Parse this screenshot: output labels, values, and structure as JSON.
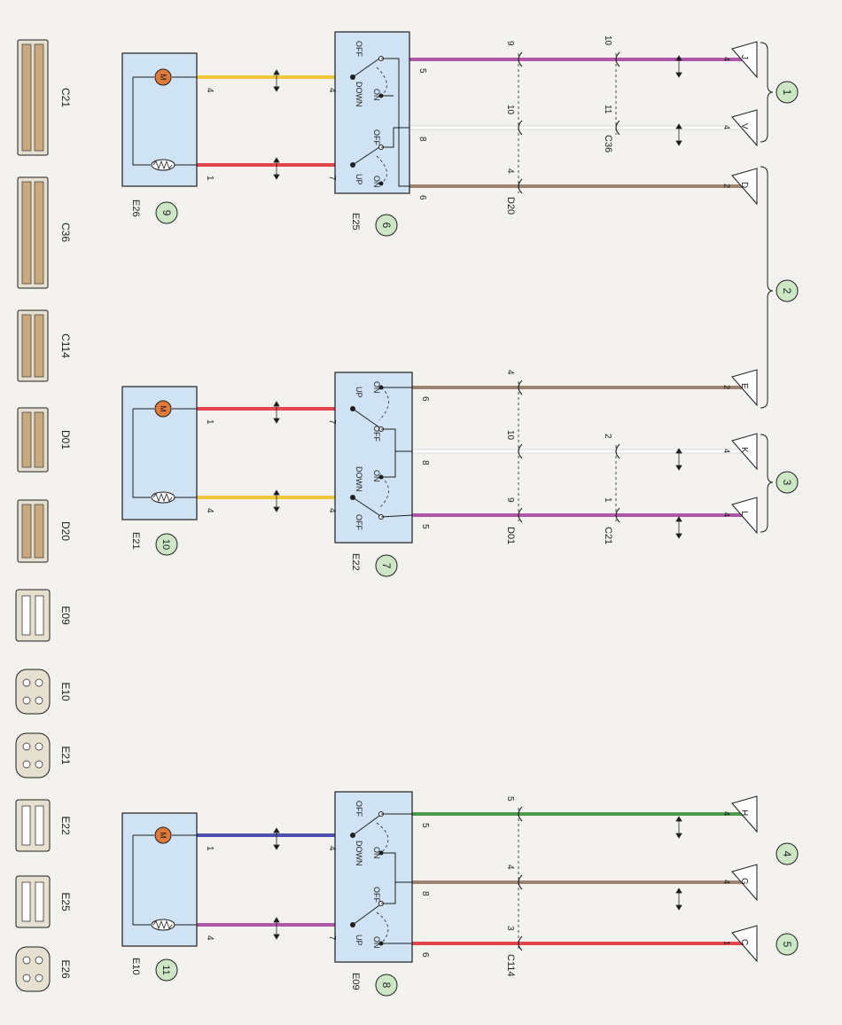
{
  "connectors": [
    "C21",
    "C36",
    "C114",
    "D01",
    "D20",
    "E09",
    "E10",
    "E21",
    "E22",
    "E25",
    "E26"
  ],
  "circuits": [
    "1",
    "2",
    "3",
    "4",
    "5"
  ],
  "components": {
    "switch_6": {
      "num": "6",
      "id": "E25"
    },
    "switch_7": {
      "num": "7",
      "id": "E22"
    },
    "switch_8": {
      "num": "8",
      "id": "E09"
    },
    "mirror_9": {
      "num": "9",
      "id": "E26"
    },
    "mirror_10": {
      "num": "10",
      "id": "E21"
    },
    "mirror_11": {
      "num": "11",
      "id": "E10"
    }
  },
  "switch_labels": {
    "off": "OFF",
    "on": "ON",
    "up": "UP",
    "down": "DOWN"
  },
  "motor_label": "M",
  "terminals": [
    {
      "letter": "J",
      "pin": "4"
    },
    {
      "letter": "V",
      "pin": "4"
    },
    {
      "letter": "D",
      "pin": "2"
    },
    {
      "letter": "E",
      "pin": "2"
    },
    {
      "letter": "K",
      "pin": "4"
    },
    {
      "letter": "L",
      "pin": "4"
    },
    {
      "letter": "H",
      "pin": "4"
    },
    {
      "letter": "G",
      "pin": "4"
    },
    {
      "letter": "C",
      "pin": "1"
    }
  ],
  "inline_connectors": [
    "C36",
    "D20",
    "D01",
    "C21",
    "C114"
  ],
  "pins": {
    "w1_sw": "5",
    "w1_a": "9",
    "w1_b": "10",
    "w2_sw": "8",
    "w2_a": "10",
    "w2_b": "11",
    "w3_sw": "6",
    "w3_a": "4",
    "m9_a": "4",
    "m9_b": "1",
    "s6_a": "4",
    "s6_b": "7",
    "w4_sw": "6",
    "w4_a": "4",
    "w5_sw": "8",
    "w5_a": "10",
    "w5_b": "2",
    "w6_sw": "5",
    "w6_a": "9",
    "w6_b": "1",
    "m10_a": "1",
    "m10_b": "4",
    "s7_a": "7",
    "s7_b": "4",
    "w7_sw": "5",
    "w7_a": "5",
    "w8_sw": "8",
    "w8_a": "4",
    "w9_sw": "6",
    "w9_a": "3",
    "m11_a": "1",
    "m11_b": "4",
    "s8_a": "4",
    "s8_b": "7"
  },
  "wire_colors": {
    "violet": "#b055a8",
    "white": "#ffffff",
    "brown": "#9c8370",
    "yellow": "#f2c63c",
    "red": "#e2454d",
    "green": "#4c9c4c",
    "blue": "#4b4fb0"
  }
}
